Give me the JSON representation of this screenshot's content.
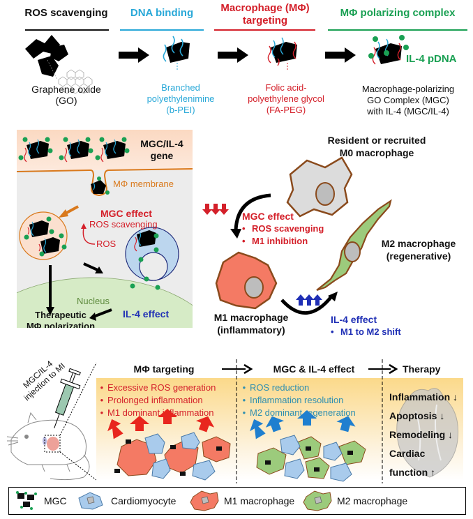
{
  "top_row": {
    "steps": [
      {
        "header": "ROS scavenging",
        "color": "#111111",
        "label_lines": [
          "Graphene oxide",
          "(GO)"
        ],
        "label_color": "#111111"
      },
      {
        "header": "DNA binding",
        "color": "#29a8d8",
        "label_lines": [
          "Branched",
          "polyethylenimine",
          "(b-PEI)"
        ],
        "label_color": "#29a8d8"
      },
      {
        "header_lines": [
          "Macrophage (MΦ)",
          "targeting"
        ],
        "color": "#d4202a",
        "label_lines": [
          "Folic acid-",
          "polyethylene glycol",
          "(FA-PEG)"
        ],
        "label_color": "#d4202a"
      },
      {
        "header": "MΦ polarizing complex",
        "color": "#1aa053",
        "label_lines": [
          "Macrophage-polarizing",
          "GO Complex (MGC)",
          "with IL-4 (MGC/IL-4)"
        ],
        "label_color": "#111111"
      }
    ],
    "il4_label": "IL-4 pDNA"
  },
  "cell_panel": {
    "gene_label_lines": [
      "MGC/IL-4",
      "gene"
    ],
    "membrane_label": "MΦ membrane",
    "mgc_effect_title": "MGC effect",
    "mgc_effect_sub": "ROS scavenging",
    "ros_label": "ROS",
    "nucleus_label": "Nucleus",
    "il4_effect": "IL-4 effect",
    "therapeutic_lines": [
      "Therapeutic",
      "MΦ polarization"
    ]
  },
  "polarization": {
    "m0_lines": [
      "Resident or recruited",
      "M0 macrophage"
    ],
    "mgc_effect_title": "MGC effect",
    "mgc_effect_bullets": [
      "ROS scavenging",
      "M1 inhibition"
    ],
    "m2_lines": [
      "M2 macrophage",
      "(regenerative)"
    ],
    "m1_lines": [
      "M1 macrophage",
      "(inflammatory)"
    ],
    "il4_effect_title": "IL-4 effect",
    "il4_effect_bullets": [
      "M1 to M2 shift"
    ]
  },
  "therapy_panel": {
    "injection_lines": [
      "MGC/IL-4",
      "injection to MI"
    ],
    "stage_headers": [
      "MΦ targeting",
      "MGC & IL-4 effect",
      "Therapy"
    ],
    "stage1_bullets": [
      "Excessive ROS generation",
      "Prolonged inflammation",
      "M1 dominant inflammation"
    ],
    "stage2_bullets": [
      "ROS reduction",
      "Inflammation resolution",
      "M2 dominant regeneration"
    ],
    "therapy_items": [
      "Inflammation ↓",
      "Apoptosis ↓",
      "Remodeling ↓",
      "Cardiac",
      "function ↑"
    ]
  },
  "legend": {
    "items": [
      "MGC",
      "Cardiomyocyte",
      "M1 macrophage",
      "M2 macrophage"
    ]
  },
  "colors": {
    "red": "#d4202a",
    "blue_text": "#1f2fb5",
    "cyan": "#29a8d8",
    "green": "#1aa053",
    "orange": "#d9791c",
    "m1_fill": "#f47a64",
    "m2_fill": "#9ccb7c",
    "cell_outline": "#8a4a1c",
    "cardio_fill": "#a9cbec",
    "teal_text": "#2f8fb0"
  }
}
